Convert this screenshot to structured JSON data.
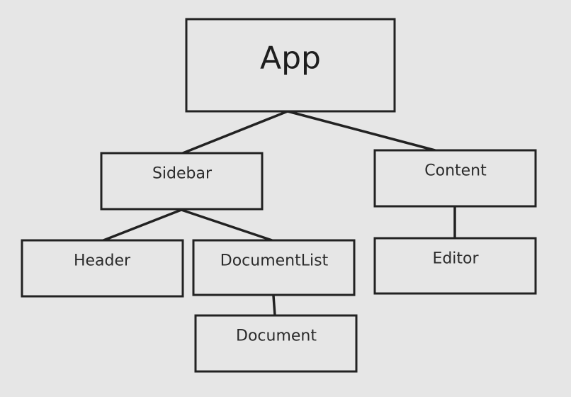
{
  "diagram": {
    "type": "component-tree",
    "nodes": [
      {
        "id": "app",
        "label": "App"
      },
      {
        "id": "sidebar",
        "label": "Sidebar"
      },
      {
        "id": "content",
        "label": "Content"
      },
      {
        "id": "header",
        "label": "Header"
      },
      {
        "id": "documentlist",
        "label": "DocumentList"
      },
      {
        "id": "editor",
        "label": "Editor"
      },
      {
        "id": "document",
        "label": "Document"
      }
    ],
    "edges": [
      {
        "from": "app",
        "to": "sidebar"
      },
      {
        "from": "app",
        "to": "content"
      },
      {
        "from": "sidebar",
        "to": "header"
      },
      {
        "from": "sidebar",
        "to": "documentlist"
      },
      {
        "from": "content",
        "to": "editor"
      },
      {
        "from": "documentlist",
        "to": "document"
      }
    ]
  },
  "colors": {
    "background": "#e6e6e6",
    "stroke": "#222222",
    "text": "#2b2b2b"
  }
}
